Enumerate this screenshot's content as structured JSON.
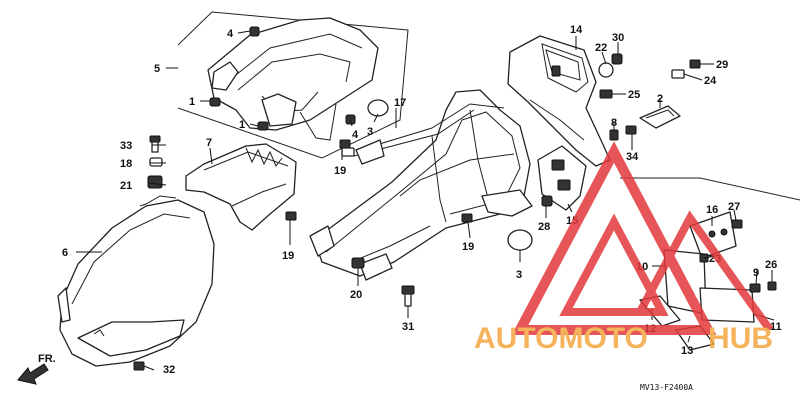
{
  "diagram": {
    "drawing_code": "MV13-F2400A",
    "front_arrow_label": "FR.",
    "callouts": [
      {
        "id": "c1a",
        "label": "1"
      },
      {
        "id": "c1b",
        "label": "1"
      },
      {
        "id": "c2",
        "label": "2"
      },
      {
        "id": "c3a",
        "label": "3"
      },
      {
        "id": "c3b",
        "label": "3"
      },
      {
        "id": "c4a",
        "label": "4"
      },
      {
        "id": "c4b",
        "label": "4"
      },
      {
        "id": "c5",
        "label": "5"
      },
      {
        "id": "c6",
        "label": "6"
      },
      {
        "id": "c7",
        "label": "7"
      },
      {
        "id": "c8",
        "label": "8"
      },
      {
        "id": "c9",
        "label": "9"
      },
      {
        "id": "c10",
        "label": "10"
      },
      {
        "id": "c11",
        "label": "11"
      },
      {
        "id": "c12",
        "label": "12"
      },
      {
        "id": "c13",
        "label": "13"
      },
      {
        "id": "c14",
        "label": "14"
      },
      {
        "id": "c15",
        "label": "15"
      },
      {
        "id": "c16",
        "label": "16"
      },
      {
        "id": "c17",
        "label": "17"
      },
      {
        "id": "c18",
        "label": "18"
      },
      {
        "id": "c19a",
        "label": "19"
      },
      {
        "id": "c19b",
        "label": "19"
      },
      {
        "id": "c19c",
        "label": "19"
      },
      {
        "id": "c20",
        "label": "20"
      },
      {
        "id": "c21",
        "label": "21"
      },
      {
        "id": "c22",
        "label": "22"
      },
      {
        "id": "c23",
        "label": "23"
      },
      {
        "id": "c24",
        "label": "24"
      },
      {
        "id": "c25",
        "label": "25"
      },
      {
        "id": "c26",
        "label": "26"
      },
      {
        "id": "c27",
        "label": "27"
      },
      {
        "id": "c28",
        "label": "28"
      },
      {
        "id": "c29",
        "label": "29"
      },
      {
        "id": "c30",
        "label": "30"
      },
      {
        "id": "c31",
        "label": "31"
      },
      {
        "id": "c32",
        "label": "32"
      },
      {
        "id": "c33",
        "label": "33"
      },
      {
        "id": "c34",
        "label": "34"
      }
    ]
  },
  "watermark": {
    "text_primary": "AUTOMOTO",
    "text_secondary": "HUB",
    "color_primary": "#f4a640",
    "color_accent": "#e2383a"
  }
}
